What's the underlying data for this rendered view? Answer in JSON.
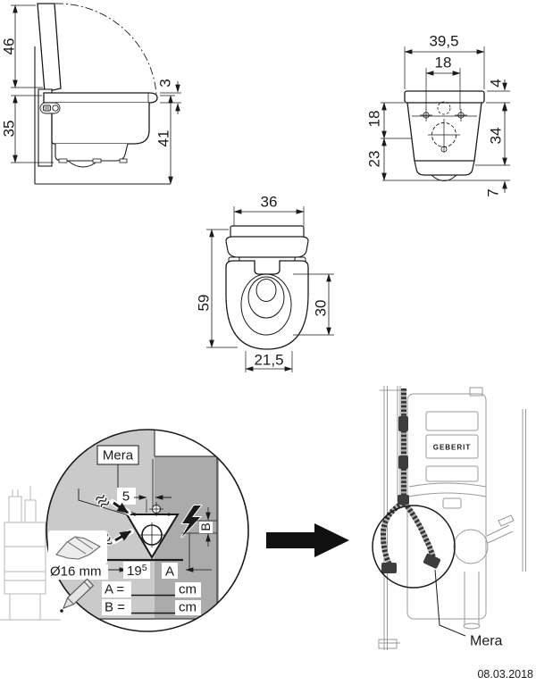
{
  "meta": {
    "date": "08.03.2018"
  },
  "side_view": {
    "dim_lid_open": "46",
    "dim_body_height": "35",
    "dim_seat_thickness": "3",
    "dim_seat_height": "41"
  },
  "rear_view": {
    "dim_width": "39,5",
    "dim_bolt_spacing": "18",
    "dim_top_gap": "4",
    "dim_upper_left": "18",
    "dim_right_height": "34",
    "dim_lower_left": "23",
    "dim_bottom_gap": "7"
  },
  "top_view": {
    "dim_width": "36",
    "dim_depth": "59",
    "dim_bowl_depth": "30",
    "dim_front_width": "21,5"
  },
  "install_detail": {
    "product_label": "Mera",
    "dim_offset": "5",
    "dim_b_label": "B",
    "height_mark_base": "19",
    "height_mark_sup": "5",
    "dim_a_label": "A",
    "drill_diameter": "Ø16 mm",
    "fill_in_a": "A =",
    "unit_a": "cm",
    "fill_in_b": "B =",
    "unit_b": "cm"
  },
  "frame_detail": {
    "brand": "GEBERIT",
    "product_label": "Mera"
  },
  "icons": {
    "lightning-icon": "electrical connection",
    "water-jet-icon": "water connection",
    "drill-bit-icon": "drill 16 mm",
    "pencil-icon": "mark / write down",
    "arrow-right-icon": "next step",
    "magnifier-circle-icon": "detail view"
  }
}
